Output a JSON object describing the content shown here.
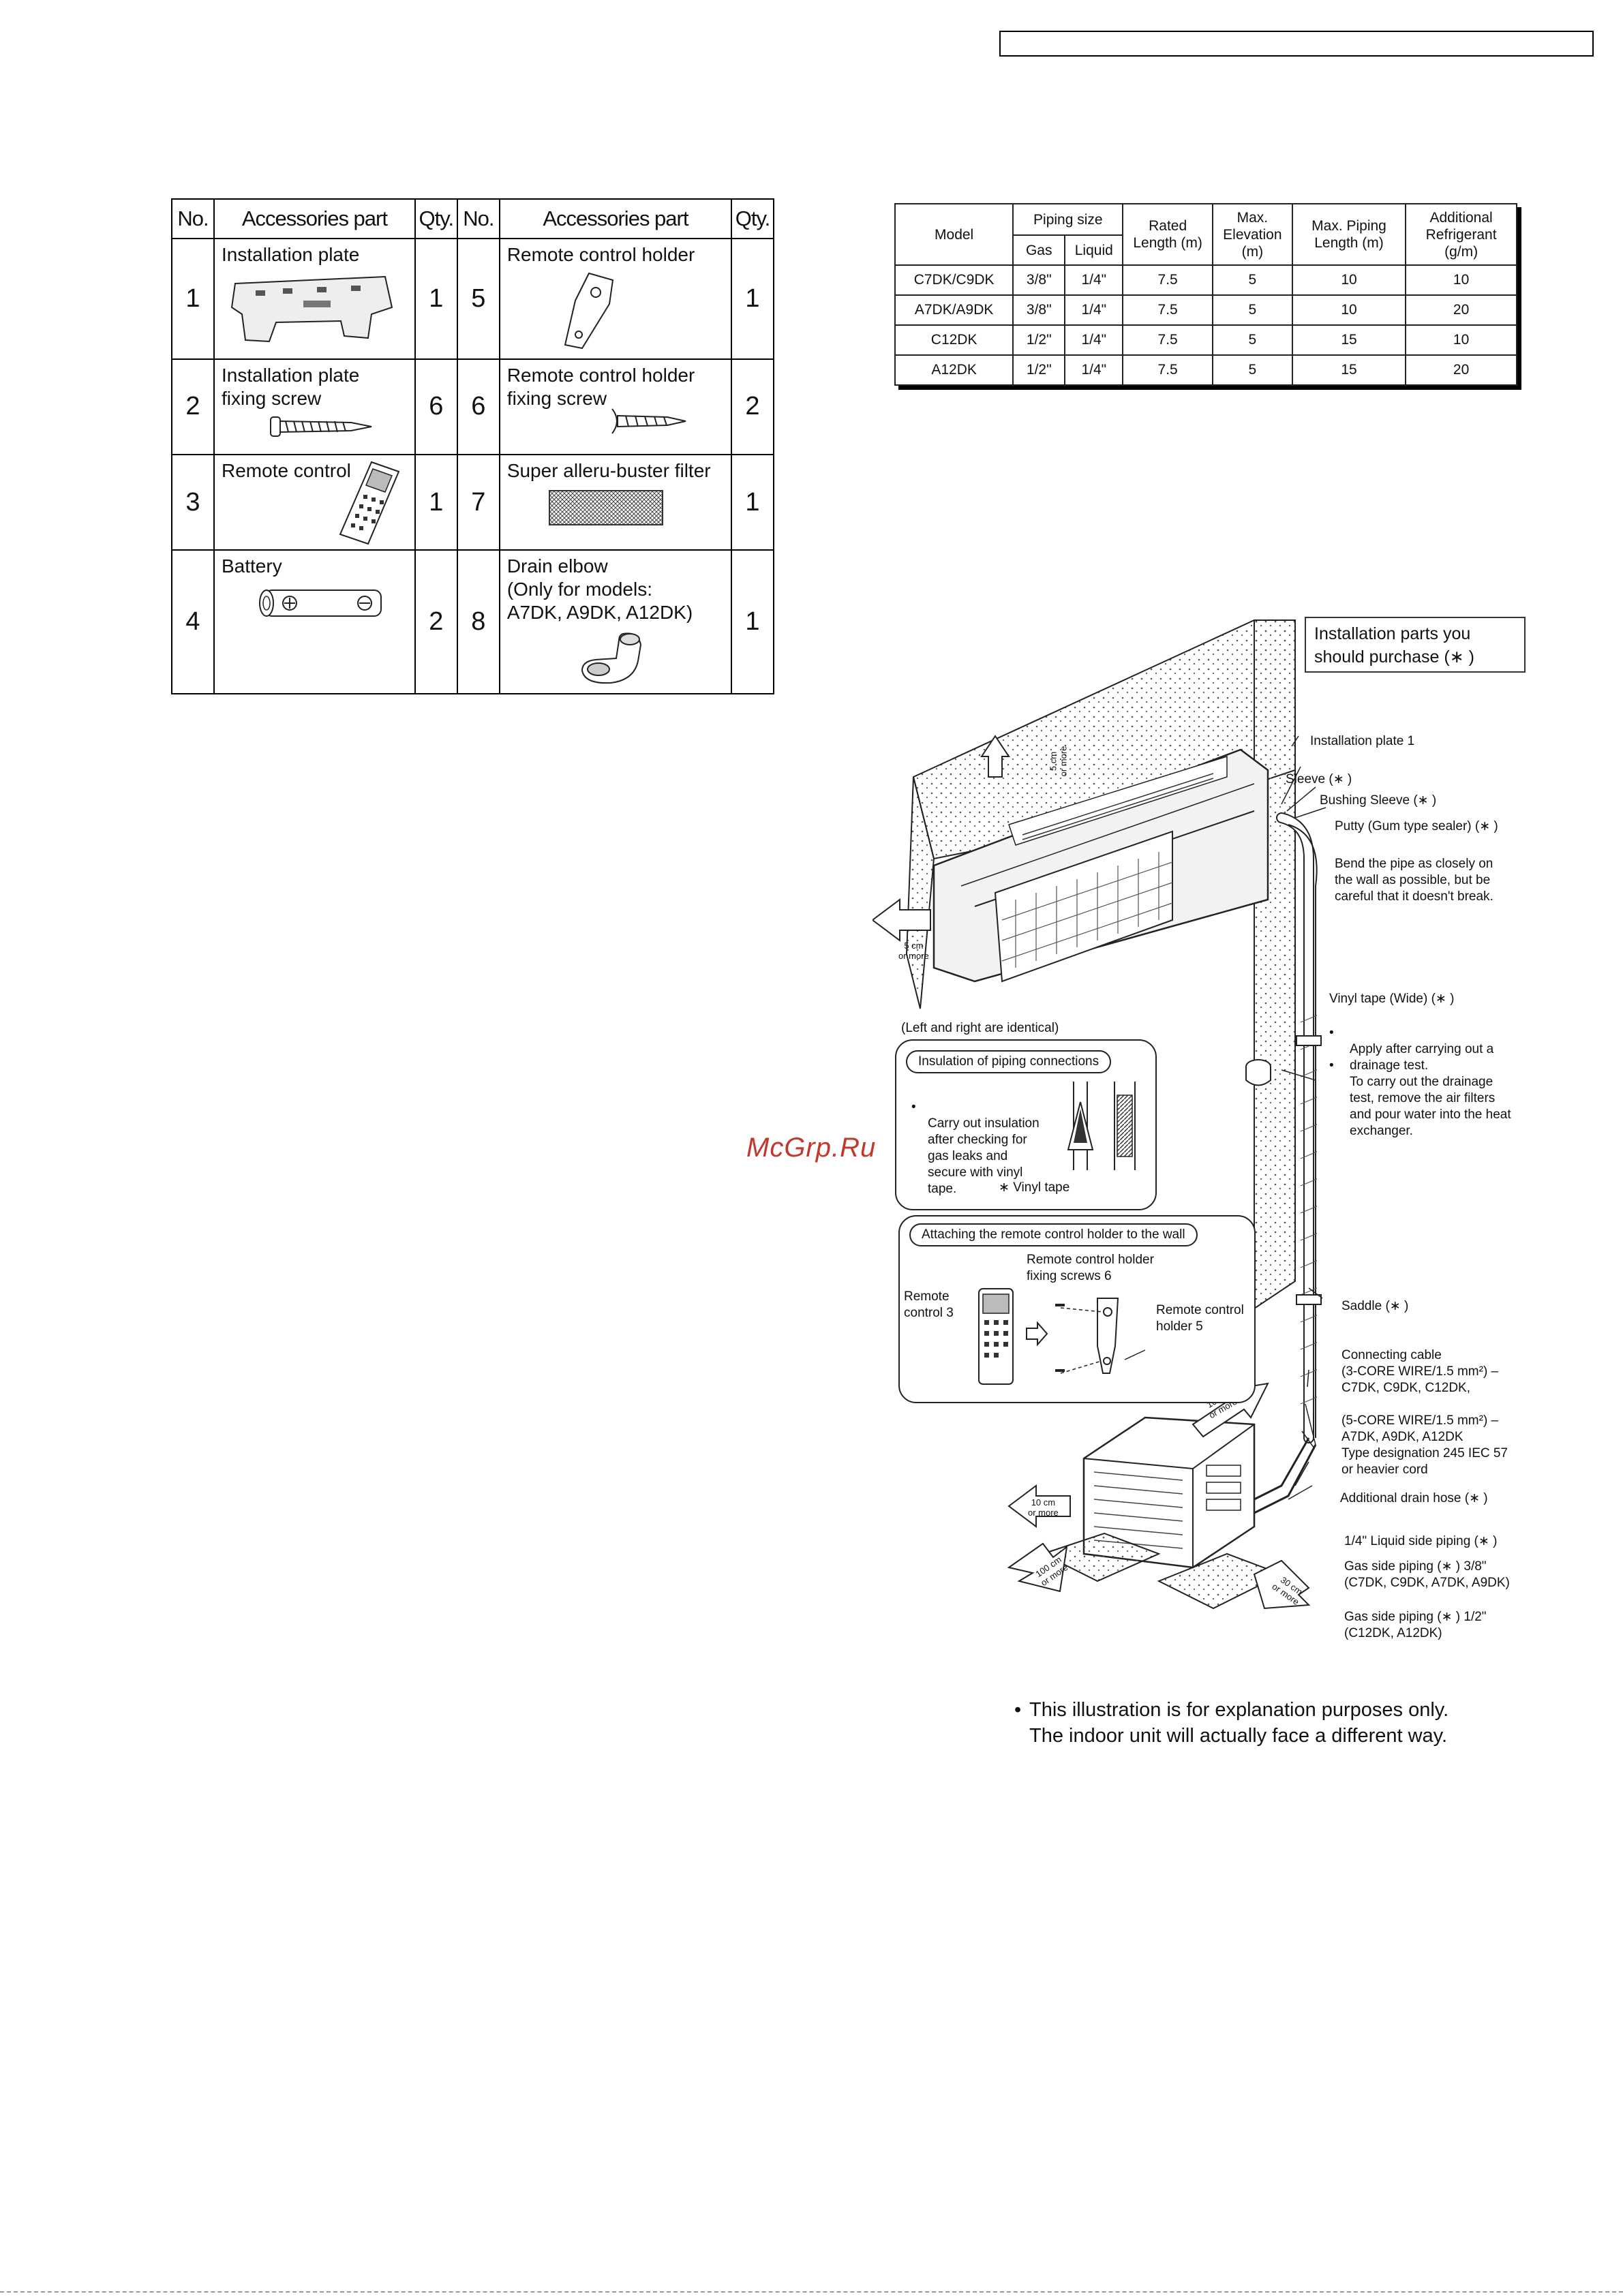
{
  "header": {
    "box_text": ""
  },
  "accessories_table": {
    "headers": [
      "No.",
      "Accessories part",
      "Qty.",
      "No.",
      "Accessories part",
      "Qty."
    ],
    "rows": [
      {
        "left": {
          "no": "1",
          "part": "Installation plate",
          "qty": "1",
          "icon": "installation-plate-icon"
        },
        "right": {
          "no": "5",
          "part": "Remote control holder",
          "qty": "1",
          "icon": "remote-holder-icon"
        }
      },
      {
        "left": {
          "no": "2",
          "part": "Installation plate fixing screw",
          "qty": "6",
          "icon": "screw-icon"
        },
        "right": {
          "no": "6",
          "part": "Remote control holder fixing screw",
          "qty": "2",
          "icon": "small-screw-icon"
        }
      },
      {
        "left": {
          "no": "3",
          "part": "Remote control",
          "qty": "1",
          "icon": "remote-control-icon"
        },
        "right": {
          "no": "7",
          "part": "Super alleru-buster filter",
          "qty": "1",
          "icon": "filter-icon"
        }
      },
      {
        "left": {
          "no": "4",
          "part": "Battery",
          "qty": "2",
          "icon": "battery-icon"
        },
        "right": {
          "no": "8",
          "part": "Drain elbow\n(Only for models:\nA7DK, A9DK, A12DK)",
          "qty": "1",
          "icon": "drain-elbow-icon"
        }
      }
    ]
  },
  "piping_table": {
    "headers": {
      "model": "Model",
      "piping_size": "Piping size",
      "gas": "Gas",
      "liquid": "Liquid",
      "rated_length": "Rated Length (m)",
      "max_elevation": "Max. Elevation (m)",
      "max_piping_length": "Max. Piping Length (m)",
      "additional_refrigerant": "Additional Refrigerant (g/m)"
    },
    "rows": [
      {
        "model": "C7DK/C9DK",
        "gas": "3/8\"",
        "liquid": "1/4\"",
        "rated": "7.5",
        "elev": "5",
        "maxlen": "10",
        "refrig": "10"
      },
      {
        "model": "A7DK/A9DK",
        "gas": "3/8\"",
        "liquid": "1/4\"",
        "rated": "7.5",
        "elev": "5",
        "maxlen": "10",
        "refrig": "20"
      },
      {
        "model": "C12DK",
        "gas": "1/2\"",
        "liquid": "1/4\"",
        "rated": "7.5",
        "elev": "5",
        "maxlen": "15",
        "refrig": "10"
      },
      {
        "model": "A12DK",
        "gas": "1/2\"",
        "liquid": "1/4\"",
        "rated": "7.5",
        "elev": "5",
        "maxlen": "15",
        "refrig": "20"
      }
    ]
  },
  "figure": {
    "purchase_box": "Installation parts you\nshould purchase (∗ )",
    "labels": {
      "installation_plate": "Installation plate 1",
      "sleeve": "Sleeve (∗ )",
      "bushing": "Bushing Sleeve (∗ )",
      "putty": "Putty (Gum type sealer) (∗ )",
      "bend": "Bend the pipe as closely on\nthe wall as possible, but be\ncareful that it doesn't break.",
      "vinyl_wide": "Vinyl tape (Wide) (∗ )",
      "vinyl_b1": "Apply after carrying out a\ndrainage test.",
      "vinyl_b2": "To carry out the drainage\ntest, remove the air filters\nand pour water into the heat\nexchanger.",
      "saddle": "Saddle (∗ )",
      "cable1": "Connecting cable\n(3-CORE WIRE/1.5 mm²) –\nC7DK, C9DK, C12DK,",
      "cable2": "(5-CORE WIRE/1.5 mm²) –\nA7DK, A9DK, A12DK\nType designation 245 IEC 57\nor heavier cord",
      "drain_hose": "Additional drain hose (∗ )",
      "liquid_pipe": "1/4\" Liquid side piping (∗ )",
      "gas_pipe1": "Gas side piping (∗ ) 3/8\"\n(C7DK, C9DK, A7DK, A9DK)",
      "gas_pipe2": "Gas side piping (∗ ) 1/2\"\n(C12DK, A12DK)",
      "left_right": "(Left and right are identical)",
      "clear_5cm_top": "5 cm\nor more",
      "clear_5cm_left": "5 cm\nor more",
      "clear_10cm_a": "10 cm\nor more",
      "clear_10cm_b": "10 cm\nor more",
      "clear_100cm": "100 cm\nor more",
      "clear_30cm": "30 cm\nor more"
    },
    "insulation_panel": {
      "title": "Insulation of piping connections",
      "bullet": "Carry out insulation\nafter checking for\ngas leaks and\nsecure with vinyl\ntape.",
      "vinyl_tape": "∗ Vinyl tape"
    },
    "holder_panel": {
      "title": "Attaching the remote control holder to the wall",
      "screws": "Remote control holder\nfixing screws 6",
      "remote": "Remote\ncontrol 3",
      "holder": "Remote control\nholder 5"
    }
  },
  "footnote": "This illustration is for explanation purposes only.\nThe indoor unit will actually face a different way.",
  "watermark": "McGrp.Ru"
}
